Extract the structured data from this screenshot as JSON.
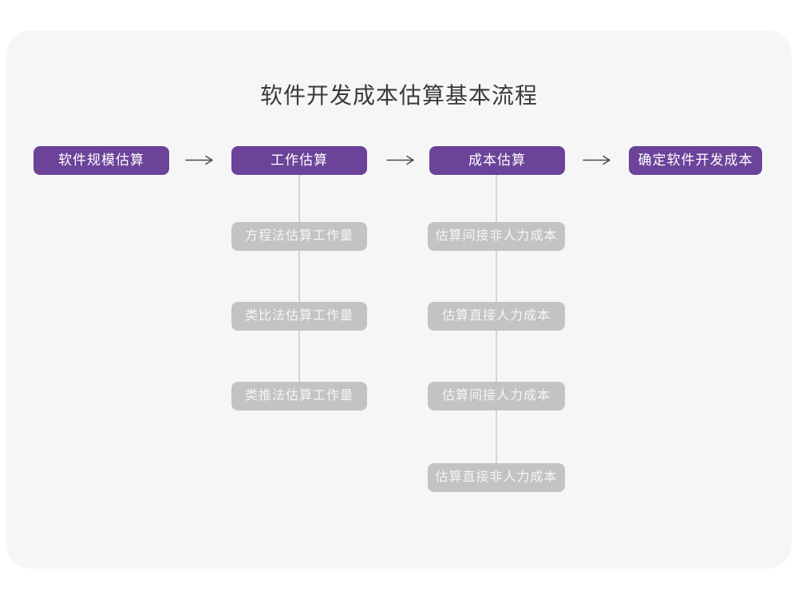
{
  "page": {
    "title": "软件开发成本估算基本流程"
  },
  "colors": {
    "card_background": "#f6f6f7",
    "stage_box_background": "#6b4399",
    "stage_box_text": "#ffffff",
    "sub_box_background": "#c3c3c3",
    "sub_box_text": "#f5f5f5",
    "arrow": "#4a4a4a",
    "connector_line": "#d5d5d5",
    "title_text": "#3a3a3a"
  },
  "flow": {
    "stages": [
      {
        "label": "软件规模估算",
        "substeps": []
      },
      {
        "label": "工作估算",
        "substeps": [
          "方程法估算工作量",
          "类比法估算工作量",
          "类推法估算工作量"
        ]
      },
      {
        "label": "成本估算",
        "substeps": [
          "估算间接非人力成本",
          "估算直接人力成本",
          "估算间接人力成本",
          "估算直接非人力成本"
        ]
      },
      {
        "label": "确定软件开发成本",
        "substeps": []
      }
    ],
    "arrow_icon": "right-arrow"
  }
}
